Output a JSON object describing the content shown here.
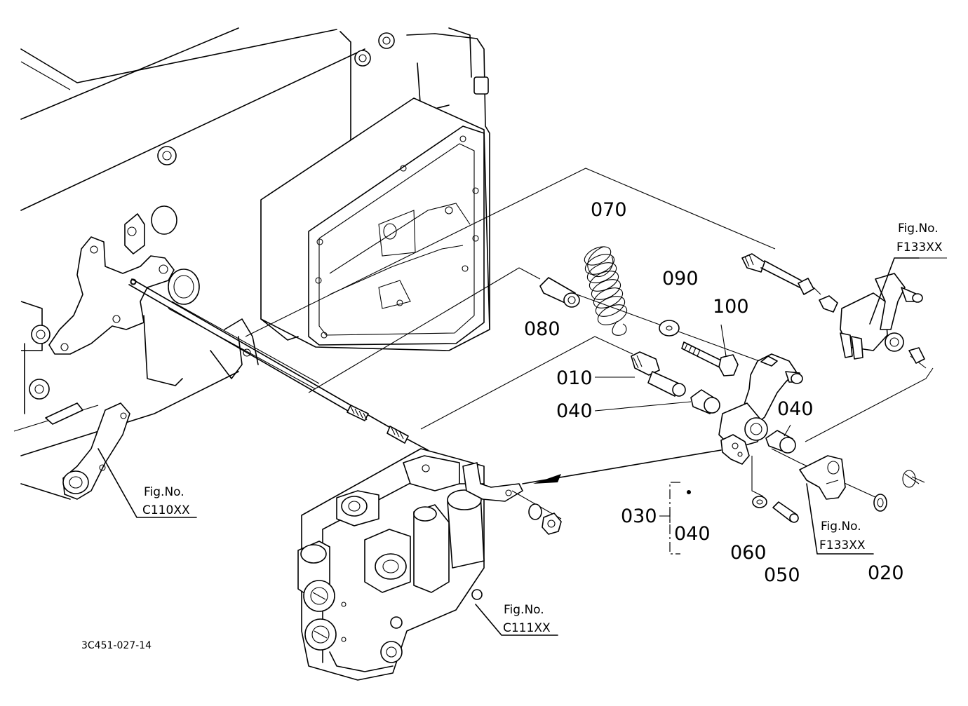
{
  "drawing_code": "3C451-027-14",
  "callouts": {
    "p010": "010",
    "p020": "020",
    "p030": "030",
    "p040_a": "040",
    "p040_b": "040",
    "p040_c": "040",
    "p050": "050",
    "p060": "060",
    "p070": "070",
    "p080": "080",
    "p090": "090",
    "p100": "100"
  },
  "figure_refs": {
    "c110": {
      "label": "Fig.No.",
      "number": "C110XX"
    },
    "c111": {
      "label": "Fig.No.",
      "number": "C111XX"
    },
    "f133_top": {
      "label": "Fig.No.",
      "number": "F133XX"
    },
    "f133_bottom": {
      "label": "Fig.No.",
      "number": "F133XX"
    }
  }
}
